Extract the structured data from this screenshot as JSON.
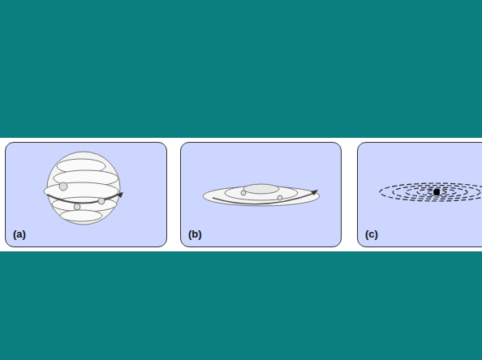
{
  "diagram": {
    "nodes": [
      {
        "text": [
          "(a)"
        ]
      },
      {
        "text": [
          "(b)"
        ]
      },
      {
        "text": [
          "(c)"
        ]
      }
    ]
  }
}
